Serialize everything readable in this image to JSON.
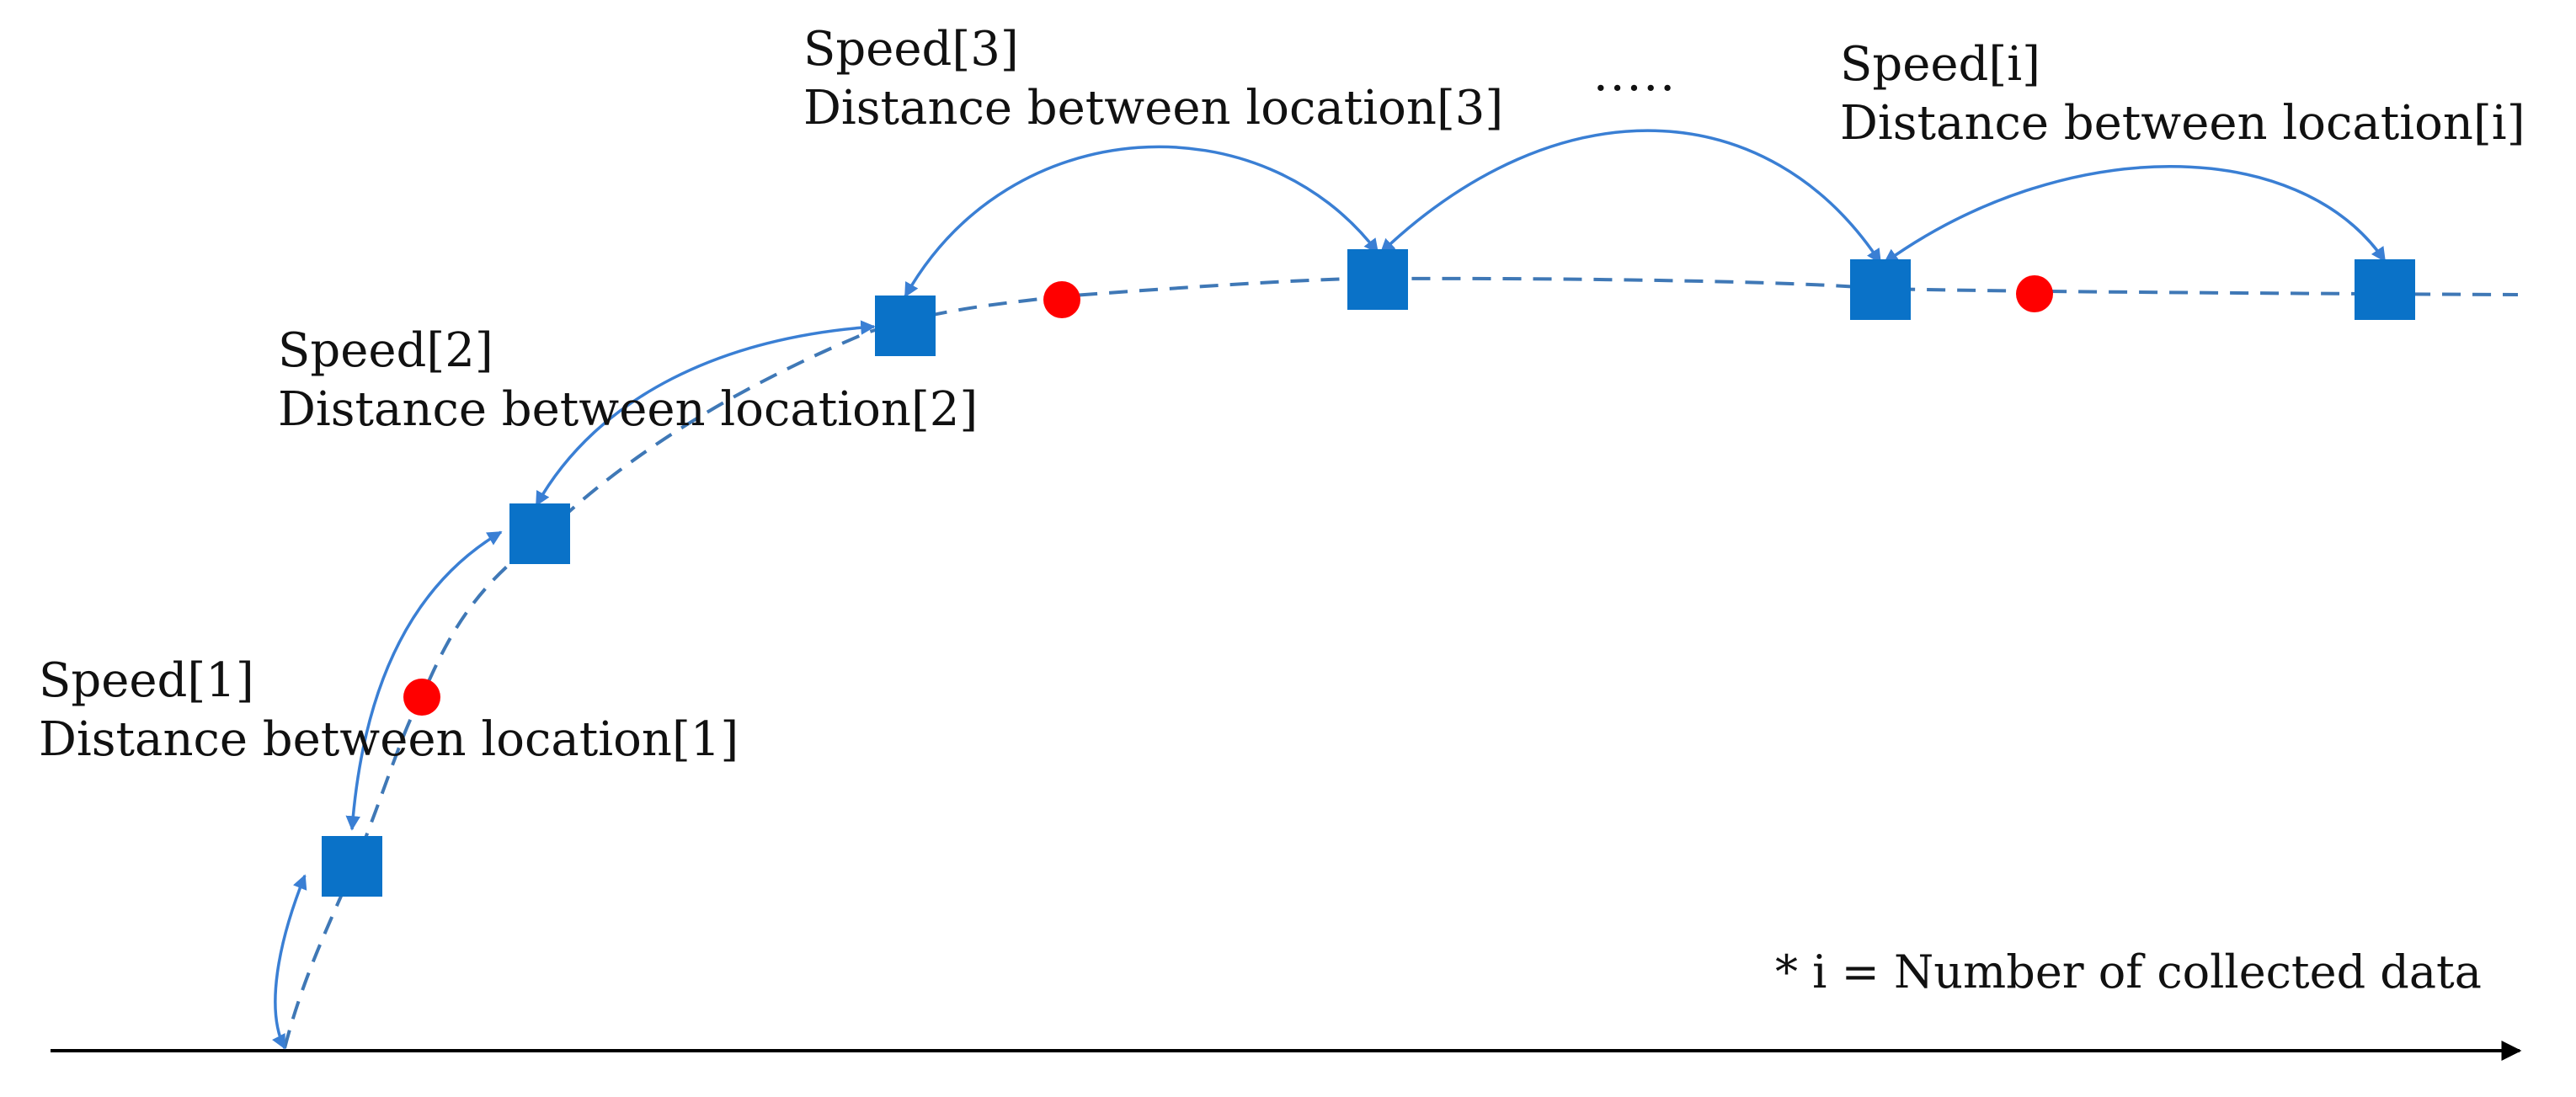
{
  "colors": {
    "sample_fill": "#0a72c8",
    "arc_stroke": "#3a7fd4",
    "track_stroke": "#3f78b6",
    "extra_point": "#ff0000",
    "axis": "#000000",
    "text": "#111111"
  },
  "labels": [
    {
      "speed": "Speed[1]",
      "distance": "Distance between location[1]"
    },
    {
      "speed": "Speed[2]",
      "distance": "Distance between location[2]"
    },
    {
      "speed": "Speed[3]",
      "distance": "Distance between location[3]"
    },
    {
      "speed": "Speed[i]",
      "distance": "Distance between location[i]"
    }
  ],
  "ellipsis": "·····",
  "footnote": "* i = Number of collected data"
}
